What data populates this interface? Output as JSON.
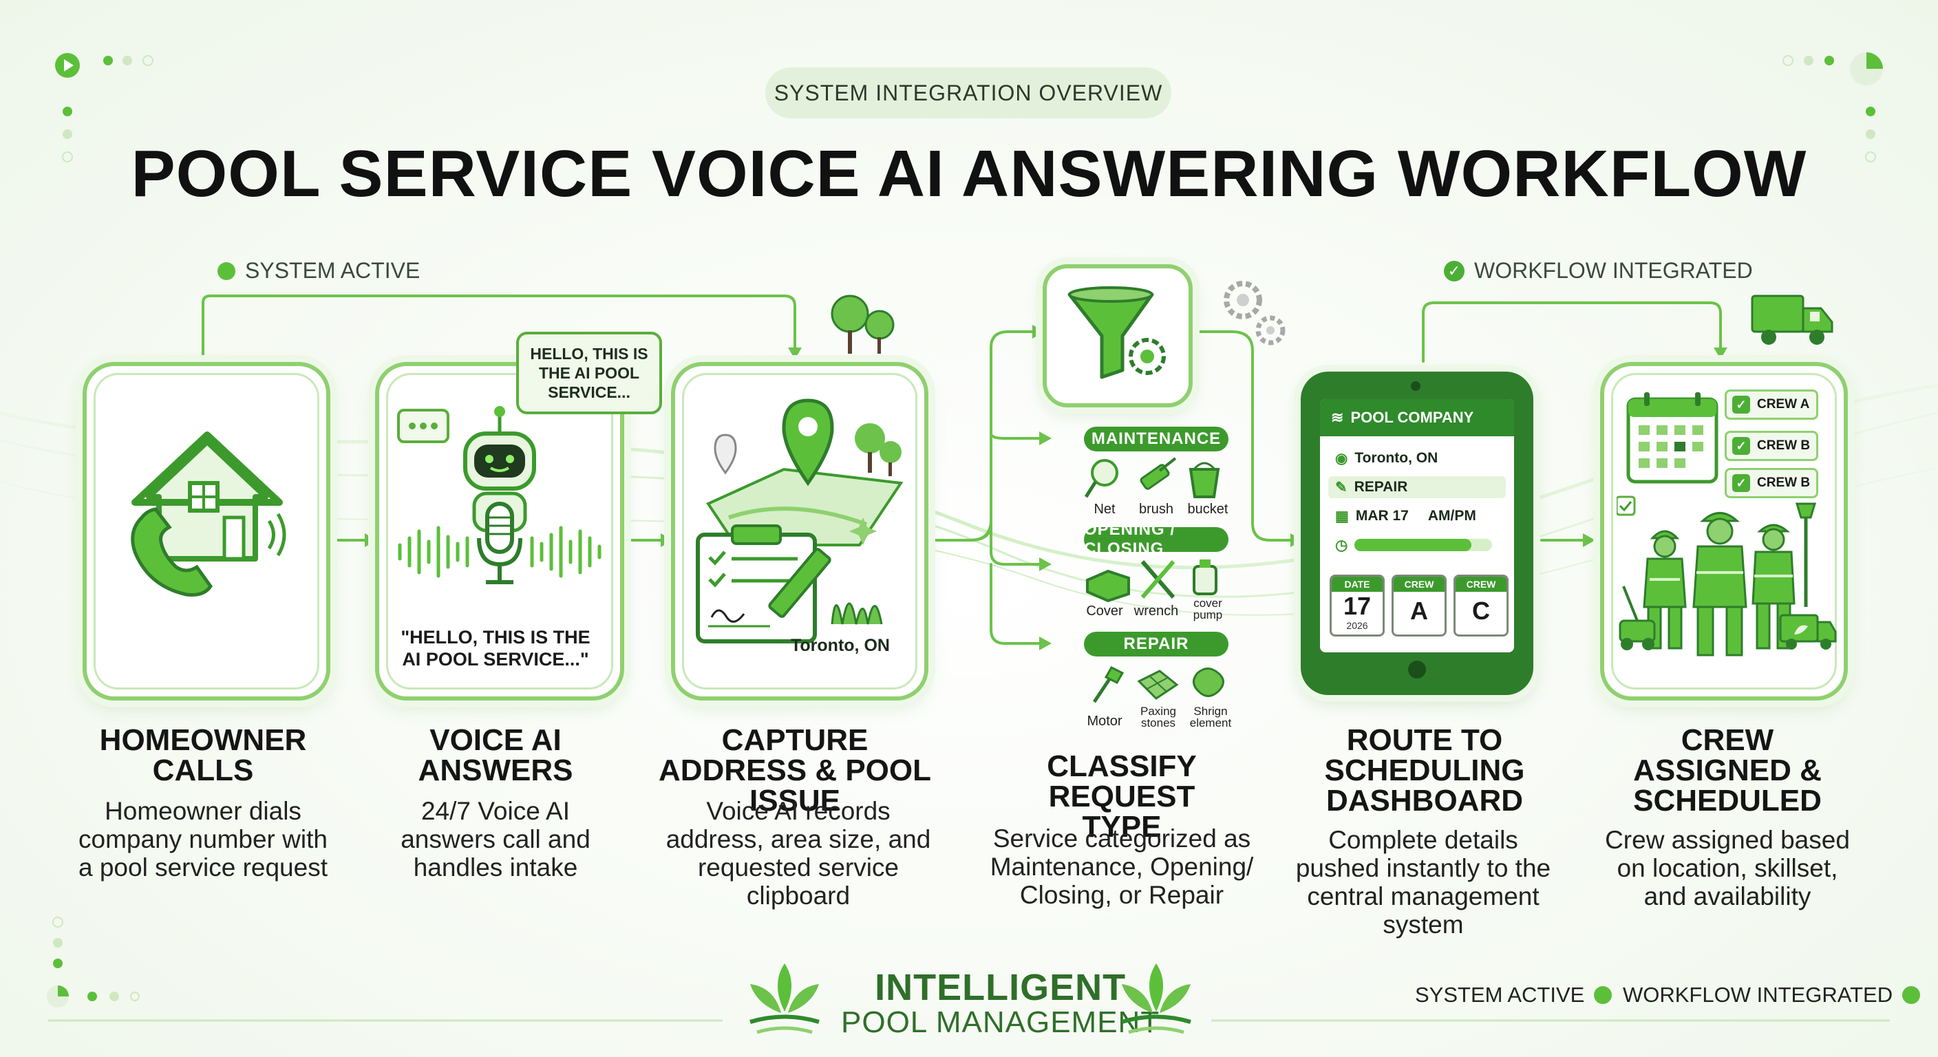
{
  "header": {
    "pill": "SYSTEM INTEGRATION OVERVIEW",
    "title": "POOL SERVICE VOICE AI ANSWERING WORKFLOW"
  },
  "status": {
    "left": "SYSTEM ACTIVE",
    "right": "WORKFLOW INTEGRATED"
  },
  "steps": [
    {
      "title": "HOMEOWNER CALLS",
      "desc": "Homeowner dials company number with a pool service request"
    },
    {
      "title": "VOICE AI ANSWERS",
      "desc": "24/7 Voice AI answers call and handles intake"
    },
    {
      "title": "CAPTURE ADDRESS & POOL ISSUE",
      "desc": "Voice AI records address, area size, and requested service clipboard"
    },
    {
      "title": "CLASSIFY REQUEST TYPE",
      "desc": "Service categorized as Maintenance, Opening/ Closing, or Repair"
    },
    {
      "title": "ROUTE TO SCHEDULING DASHBOARD",
      "desc": "Complete details pushed instantly to the central management system"
    },
    {
      "title": "CREW ASSIGNED & SCHEDULED",
      "desc": "Crew assigned based on location, skillset, and availability"
    }
  ],
  "voice": {
    "bubble": "HELLO, THIS IS THE AI POOL SERVICE...",
    "quote": "\"HELLO, THIS IS THE AI POOL SERVICE...\""
  },
  "capture": {
    "location": "Toronto, ON"
  },
  "classify": {
    "categories": [
      {
        "name": "MAINTENANCE",
        "items": [
          "Net",
          "brush",
          "bucket"
        ]
      },
      {
        "name": "OPENING / CLOSING",
        "items": [
          "Cover",
          "wrench",
          "cover pump"
        ]
      },
      {
        "name": "REPAIR",
        "items": [
          "Motor",
          "Paxing stones",
          "Shrign element"
        ]
      }
    ]
  },
  "dashboard": {
    "company": "POOL COMPANY",
    "location": "Toronto, ON",
    "service": "REPAIR",
    "date": "MAR 17",
    "time": "AM/PM",
    "boxes": [
      {
        "head": "DATE",
        "value": "17",
        "sub": "2026"
      },
      {
        "head": "CREW",
        "value": "A",
        "sub": ""
      },
      {
        "head": "CREW",
        "value": "C",
        "sub": ""
      }
    ]
  },
  "crews": [
    "CREW A",
    "CREW B",
    "CREW B"
  ],
  "brand": {
    "line1": "INTELLIGENT",
    "line2": "POOL MANAGEMENT"
  },
  "footer": {
    "status1": "SYSTEM ACTIVE",
    "status2": "WORKFLOW INTEGRATED"
  },
  "colors": {
    "accent": "#4caf35",
    "dark_green": "#2e7d2b",
    "light_green": "#e3f1dc",
    "border_green": "#8fd06f"
  },
  "icons": [
    "phone-house-icon",
    "robot-icon",
    "microphone-icon",
    "map-pin-icon",
    "clipboard-icon",
    "funnel-gear-icon",
    "calendar-icon",
    "truck-icon",
    "workers-icon",
    "leaf-logo-icon"
  ]
}
